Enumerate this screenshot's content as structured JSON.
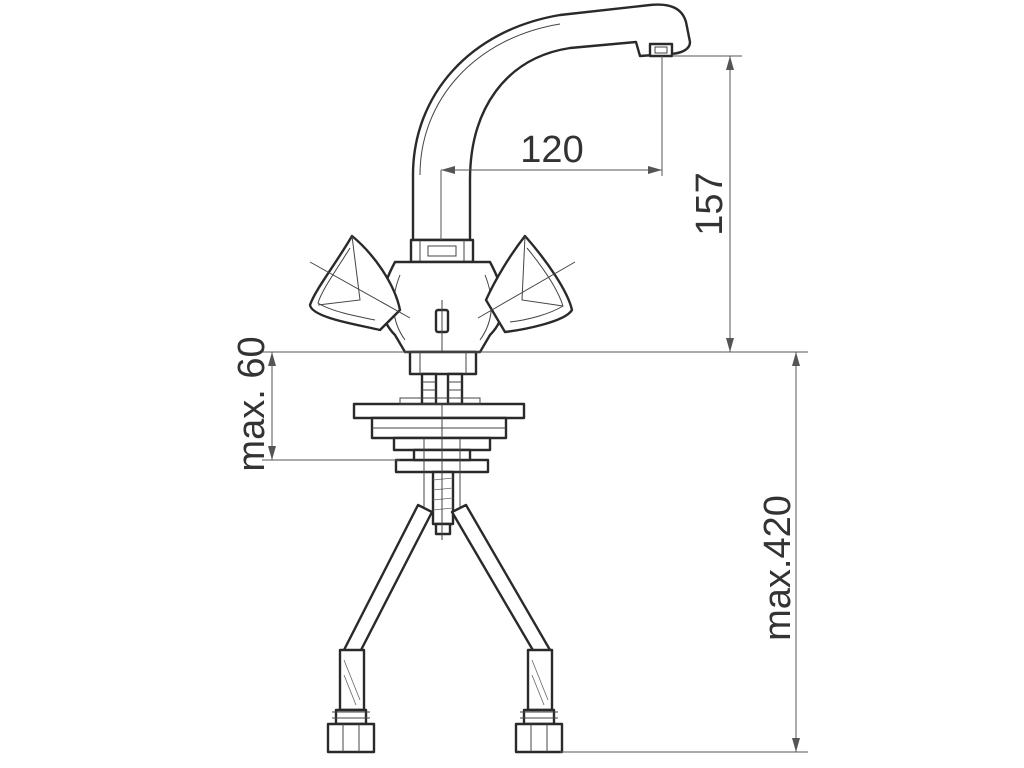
{
  "dimensions": {
    "spout_reach": "120",
    "spout_height": "157",
    "max_mounting_thickness": "max. 60",
    "max_hose_length": "max.420"
  },
  "colors": {
    "line": "#2a2a2a",
    "dimension": "#555555",
    "background": "#ffffff"
  }
}
